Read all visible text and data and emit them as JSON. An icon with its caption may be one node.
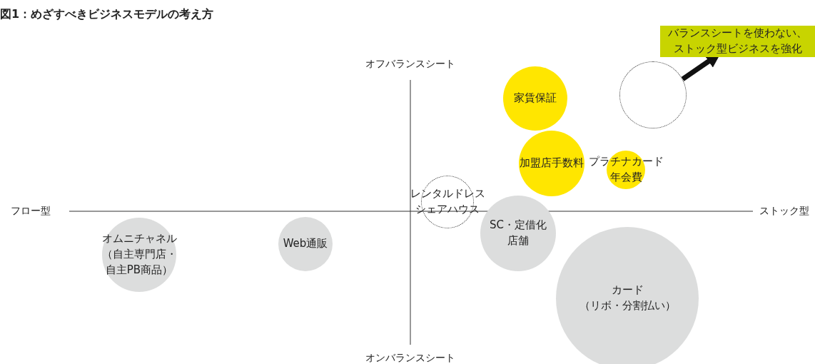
{
  "diagram": {
    "title": "図1：めざすべきビジネスモデルの考え方",
    "nodes": [
      {
        "text": [
          "バランスシートを使わない、ストック型ビジネスを強化"
        ]
      },
      {
        "text": [
          "家賃保証"
        ]
      },
      {
        "text": [],
        "shape": "circle"
      },
      {
        "text": [
          "加盟店手数料"
        ]
      },
      {
        "text": [
          "プラチナカード年会費"
        ]
      },
      {
        "text": [
          "レンタルドレスシェアハウス"
        ]
      },
      {
        "text": [
          "オムニチャネル",
          "（自主専門店・自主PB商品）"
        ]
      },
      {
        "text": [
          "Web通販"
        ]
      },
      {
        "text": [
          "SC・定借化店舗"
        ]
      },
      {
        "text": [
          "カード",
          "（リボ・分割払い）"
        ]
      }
    ],
    "edges": [
      {
        "from": 2,
        "to": 0,
        "arrow": "to"
      }
    ],
    "labels": [
      "オフバランスシート",
      "フロー型",
      "ストック型",
      "オンバランスシート"
    ]
  }
}
